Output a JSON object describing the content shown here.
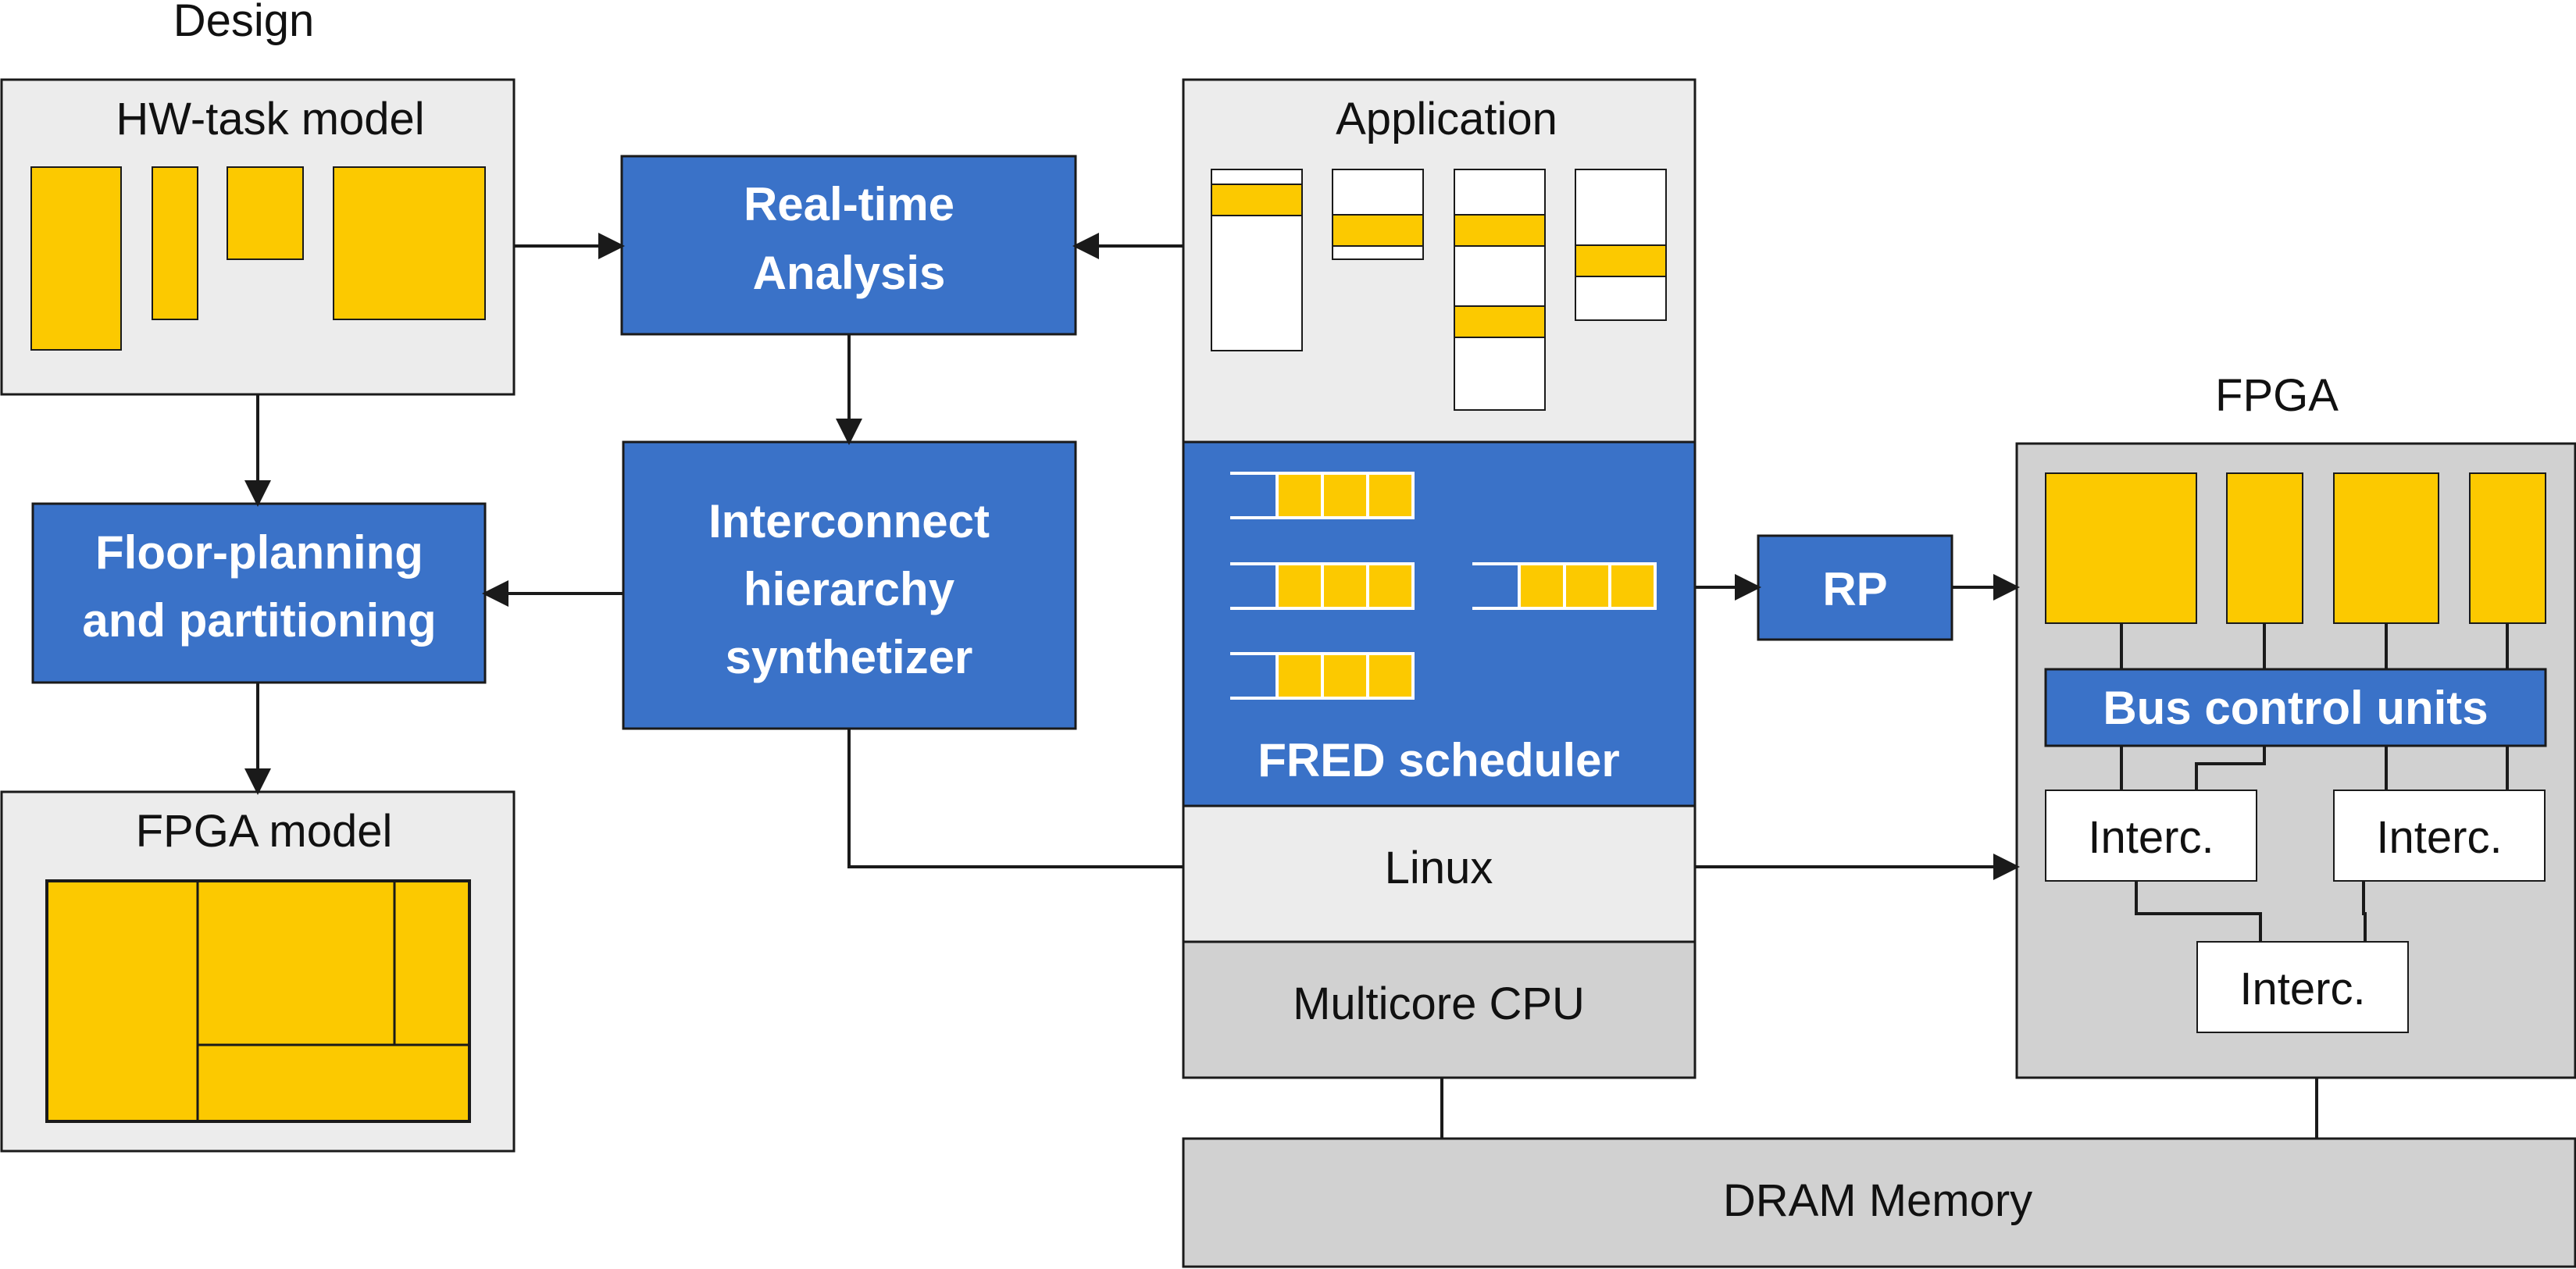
{
  "colors": {
    "blue": "#3a72c8",
    "yellow": "#fcc900",
    "light_gray": "#ececec",
    "mid_gray": "#d1d1d1",
    "line": "#1a1a1a"
  },
  "labels": {
    "design": "Design",
    "hw_task_model": "HW-task model",
    "real_time_line1": "Real-time",
    "real_time_line2": "Analysis",
    "floor_line1": "Floor-planning",
    "floor_line2": "and partitioning",
    "interconnect_line1": "Interconnect",
    "interconnect_line2": "hierarchy",
    "interconnect_line3": "synthetizer",
    "fpga_model": "FPGA model",
    "application": "Application",
    "fred_scheduler": "FRED scheduler",
    "linux": "Linux",
    "multicore_cpu": "Multicore CPU",
    "rp": "RP",
    "fpga": "FPGA",
    "bus_control_units": "Bus control units",
    "interc_left": "Interc.",
    "interc_right": "Interc.",
    "interc_bottom": "Interc.",
    "dram_memory": "DRAM Memory"
  }
}
